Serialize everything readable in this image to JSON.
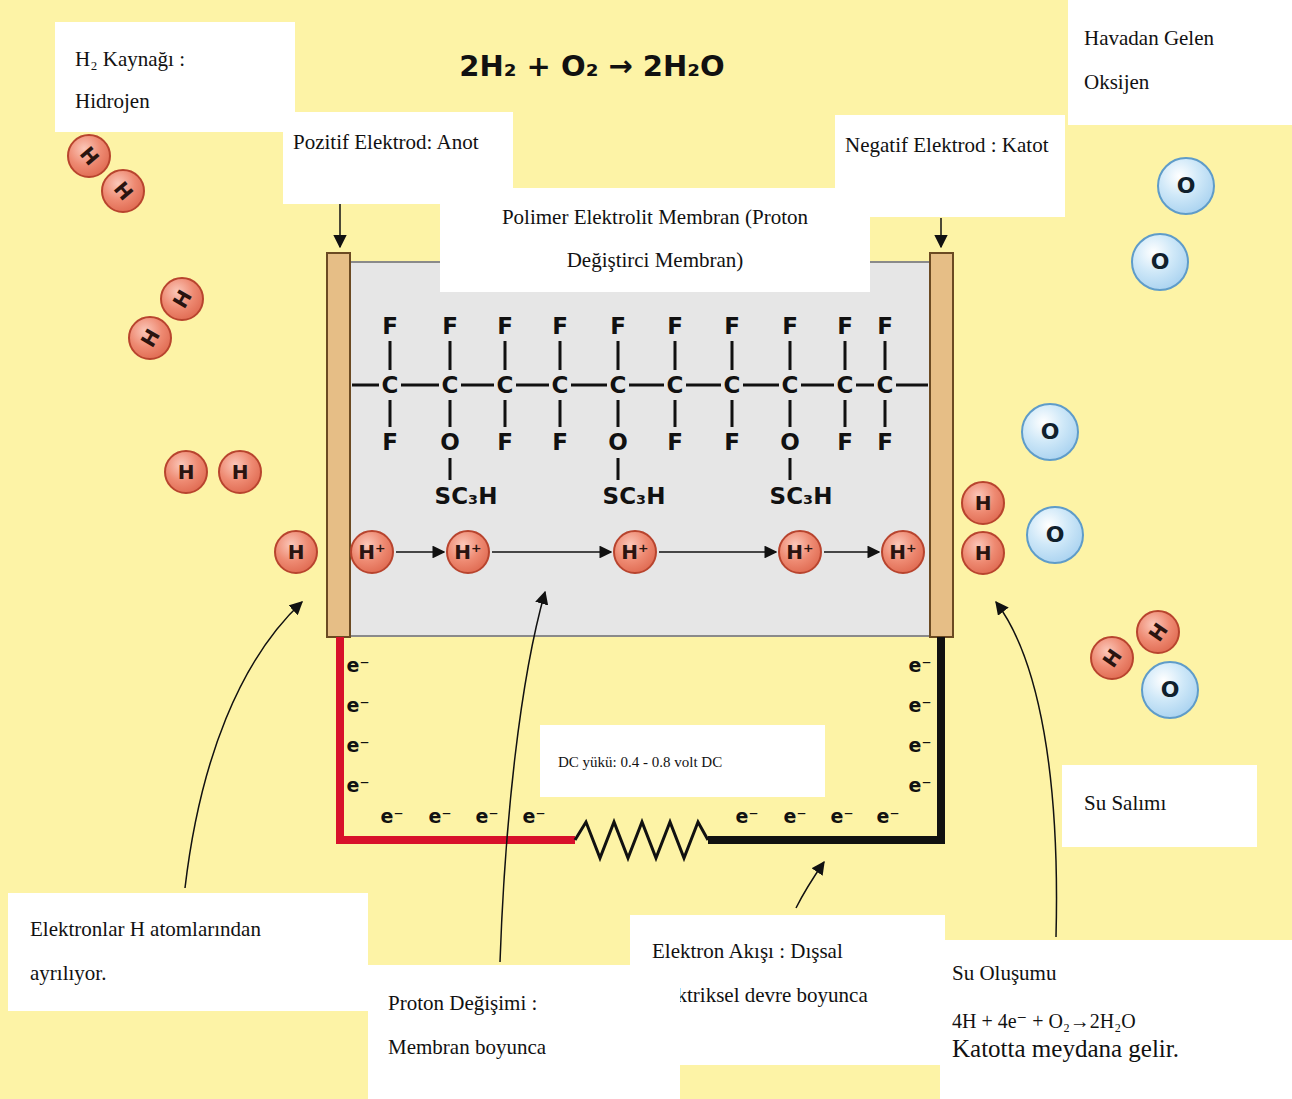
{
  "diagram": {
    "title": "2H₂ + O₂ → 2H₂O",
    "nodes": [
      {
        "text": [
          "H₂ Kaynağı : Hidrojen"
        ]
      },
      {
        "text": [
          "Havadan Gelen Oksijen"
        ]
      },
      {
        "text": [
          "Pozitif Elektrod: Anot"
        ]
      },
      {
        "text": [
          "Negatif Elektrod : Katot"
        ]
      },
      {
        "text": [
          "Polimer Elektrolit Membran (Proton Değiştirci Membran)"
        ]
      },
      {
        "text": [
          "H"
        ]
      },
      {
        "text": [
          "H"
        ]
      },
      {
        "text": [
          "O"
        ]
      },
      {
        "text": [
          "O"
        ]
      },
      {
        "text": [
          "H"
        ]
      },
      {
        "text": [
          "H"
        ]
      },
      {
        "text": [
          "O"
        ]
      },
      {
        "text": [
          "H"
        ]
      },
      {
        "text": [
          "H"
        ]
      },
      {
        "text": [
          "H"
        ]
      },
      {
        "text": [
          "O"
        ]
      },
      {
        "text": [
          "H"
        ]
      },
      {
        "text": [
          "H⁺"
        ]
      },
      {
        "text": [
          "H⁺"
        ]
      },
      {
        "text": [
          "H⁺"
        ]
      },
      {
        "text": [
          "H⁺"
        ]
      },
      {
        "text": [
          "H⁺"
        ]
      },
      {
        "text": [
          "H"
        ]
      },
      {
        "text": [
          "H"
        ]
      },
      {
        "text": [
          "H"
        ]
      },
      {
        "text": [
          "O"
        ]
      },
      {
        "text": [
          "DC yükü: 0.4 - 0.8 volt DC"
        ]
      },
      {
        "text": [
          "Su Salımı"
        ]
      },
      {
        "text": [
          "Elektronlar H atomlarından ayrılıyor."
        ]
      },
      {
        "text": [
          "Elektron Akışı : Dışsal elektriksel devre boyunca"
        ]
      },
      {
        "text": [
          "Proton Değişimi : Membran boyunca"
        ]
      },
      {
        "text": [
          "Su Oluşumu",
          "4H + 4e⁻ + O₂→2H₂O",
          "Katotta meydana gelir."
        ]
      }
    ],
    "edges": [
      {
        "from": 17,
        "to": 18,
        "arrow": "to"
      },
      {
        "from": 18,
        "to": 19,
        "arrow": "to"
      },
      {
        "from": 19,
        "to": 20,
        "arrow": "to"
      },
      {
        "from": 20,
        "to": 21,
        "arrow": "to"
      }
    ],
    "labels": [
      "F",
      "F",
      "F",
      "F",
      "F",
      "F",
      "F",
      "F",
      "F",
      "F",
      "C",
      "C",
      "C",
      "C",
      "C",
      "C",
      "C",
      "C",
      "C",
      "C",
      "F",
      "O",
      "F",
      "F",
      "O",
      "F",
      "F",
      "O",
      "F",
      "F",
      "SC₃H",
      "SC₃H",
      "SC₃H",
      "e⁻",
      "e⁻",
      "e⁻",
      "e⁻",
      "e⁻",
      "e⁻",
      "e⁻",
      "e⁻",
      "e⁻",
      "e⁻",
      "e⁻",
      "e⁻",
      "e⁻",
      "e⁻",
      "e⁻",
      "e⁻"
    ]
  }
}
